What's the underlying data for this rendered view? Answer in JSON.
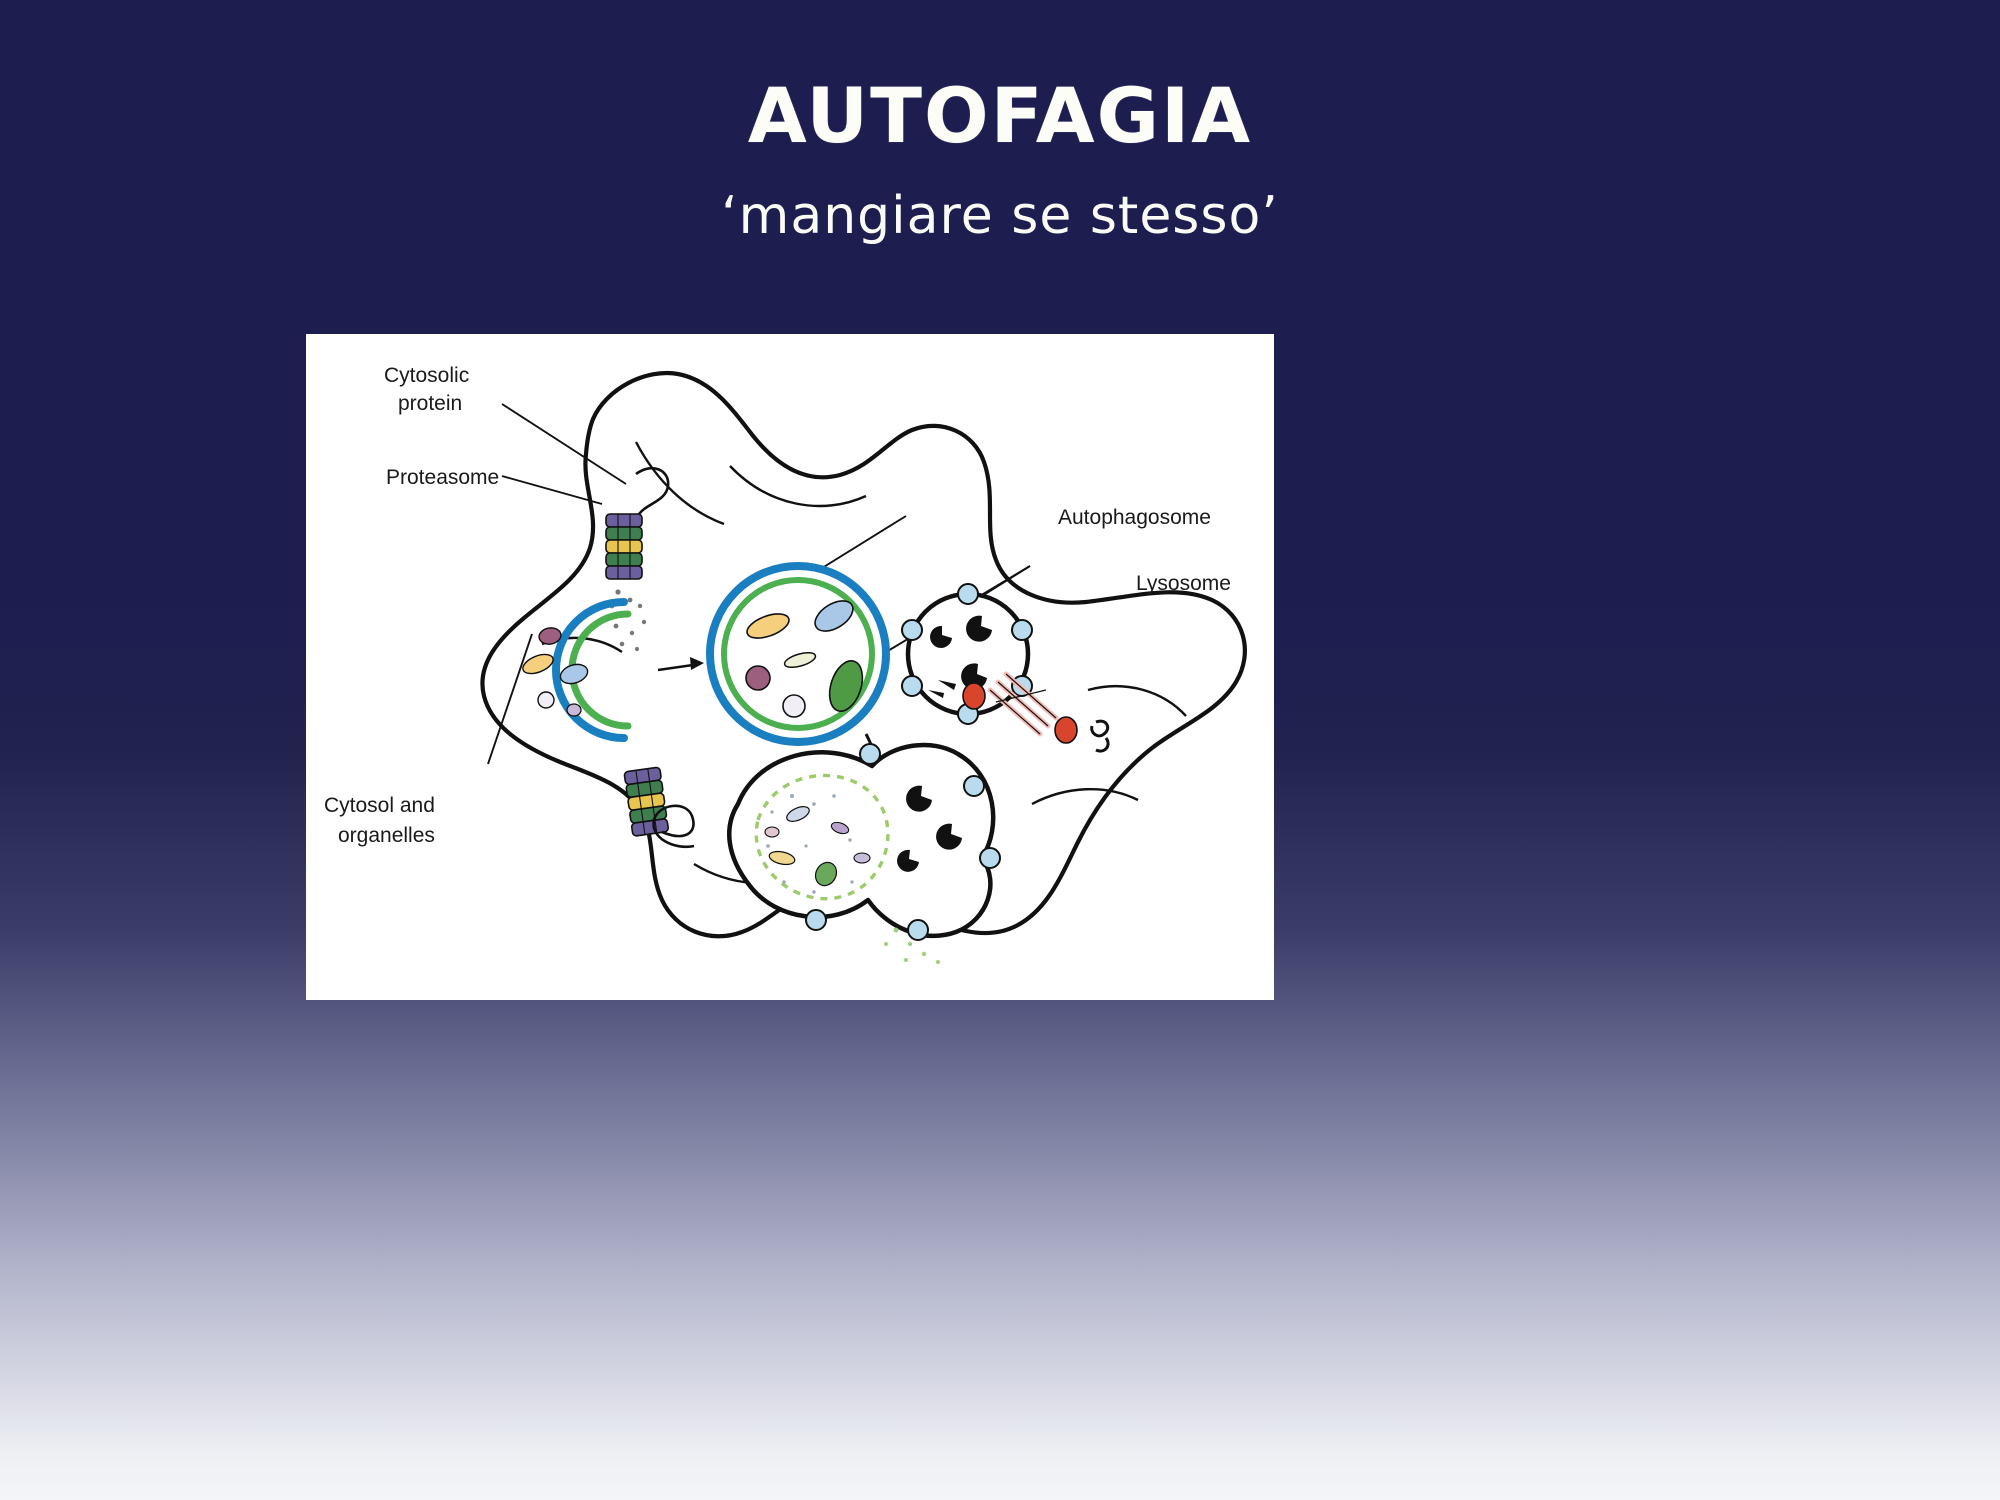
{
  "slide": {
    "title": "AUTOFAGIA",
    "subtitle": "‘mangiare se stesso’",
    "background_top_color": "#1d1d50",
    "background_bottom_color": "#f4f5f8",
    "title_color": "#fdfdf8"
  },
  "figure": {
    "caption_labels": {
      "cytosolic_protein_line1": "Cytosolic",
      "cytosolic_protein_line2": "protein",
      "proteasome": "Proteasome",
      "cytosol_organelles_line1": "Cytosol and",
      "cytosol_organelles_line2": "organelles",
      "autophagosome": "Autophagosome",
      "lysosome": "Lysosome"
    },
    "colors": {
      "outer_membrane": "#1a7fc1",
      "inner_membrane": "#4caf50",
      "lysosome_receptor": "#b8dcee",
      "cargo_yellow": "#f5cf7e",
      "cargo_blue": "#a9c8e8",
      "cargo_green": "#4f9b45",
      "cargo_purple": "#9c5f7e",
      "cargo_white": "#f2eef5",
      "proteasome_green": "#3f7f4f",
      "proteasome_purple": "#6b5f9e",
      "enzyme_red": "#d8452c",
      "enzyme_pink": "#f3bcb6",
      "cell_outline": "#111111"
    }
  }
}
